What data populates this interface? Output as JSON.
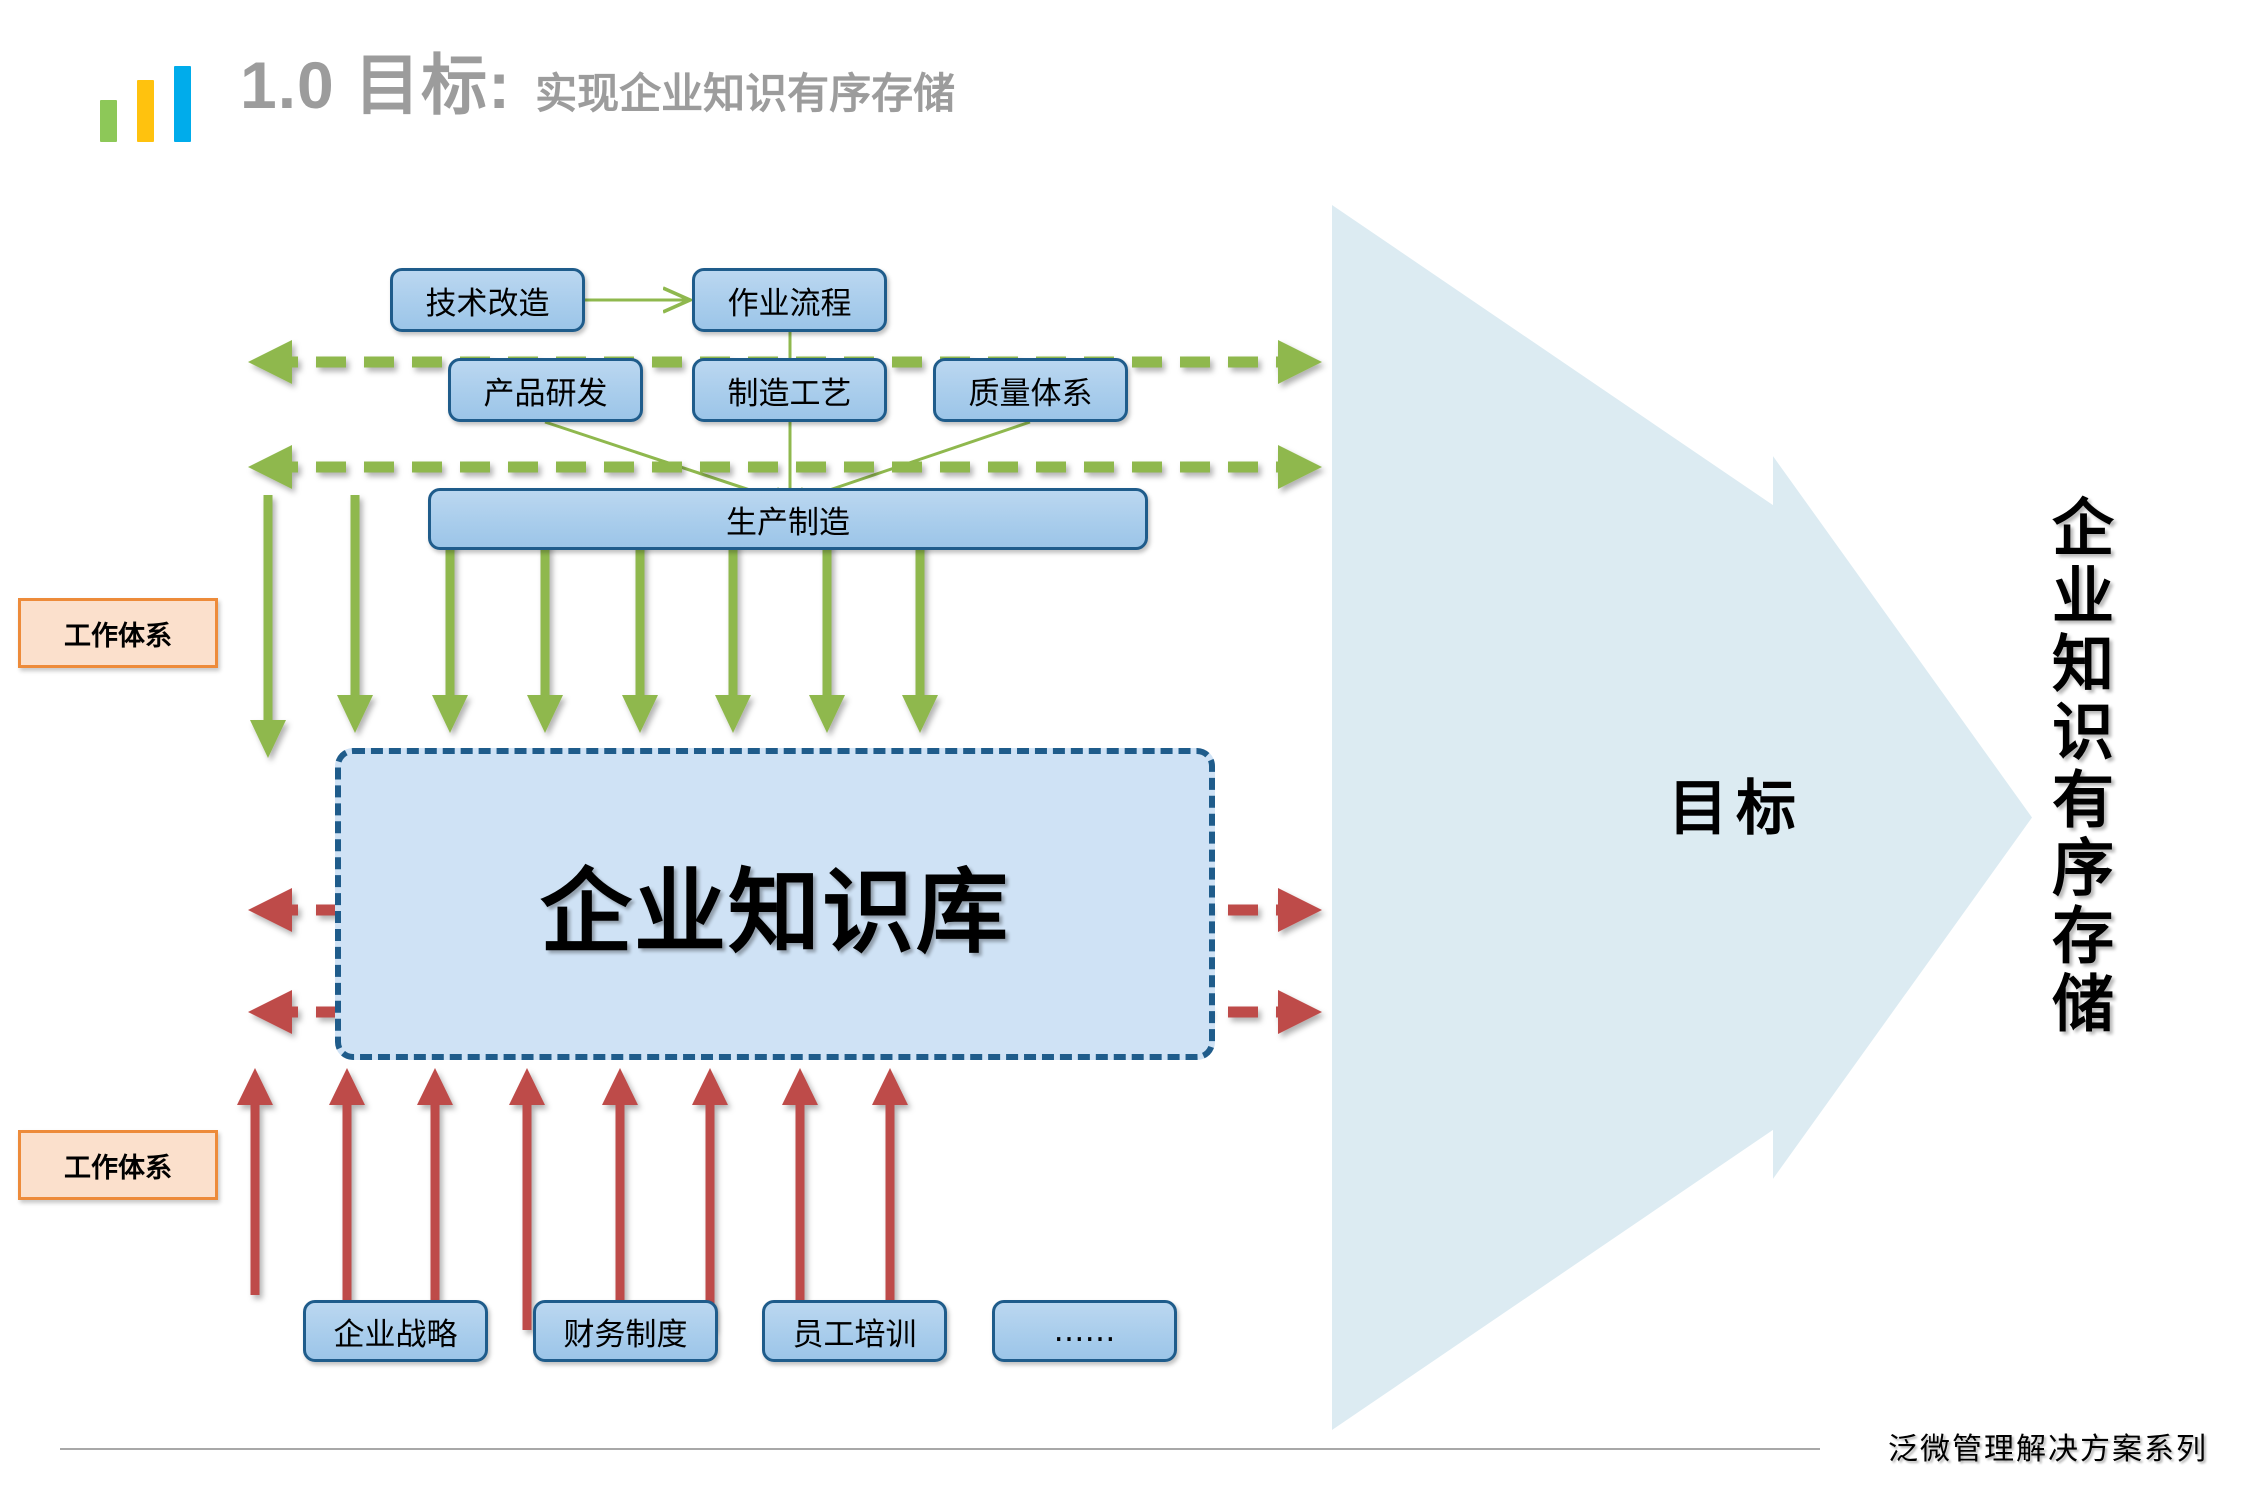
{
  "header": {
    "title_main": "1.0 目标:",
    "title_sub": "实现企业知识有序存储",
    "logo_bars": [
      {
        "name": "green-bar",
        "color": "#8DC858"
      },
      {
        "name": "yellow-bar",
        "color": "#FFC20E"
      },
      {
        "name": "blue-bar",
        "color": "#00ACEB"
      }
    ]
  },
  "diagram": {
    "top_boxes": [
      {
        "label": "技术改造"
      },
      {
        "label": "作业流程"
      },
      {
        "label": "产品研发"
      },
      {
        "label": "制造工艺"
      },
      {
        "label": "质量体系"
      }
    ],
    "production_box": {
      "label": "生产制造"
    },
    "knowledge_base": {
      "label": "企业知识库"
    },
    "bottom_boxes": [
      {
        "label": "企业战略"
      },
      {
        "label": "财务制度"
      },
      {
        "label": "员工培训"
      },
      {
        "label": "……"
      }
    ],
    "work_system_labels": [
      {
        "label": "工作体系"
      },
      {
        "label": "工作体系"
      }
    ],
    "goal_arrow": {
      "label": "目标"
    },
    "outcome_vertical": {
      "label": "企业知识有序存储"
    }
  },
  "footer": {
    "text": "泛微管理解决方案系列"
  },
  "colors": {
    "box_fill": "#A9CDEC",
    "box_border": "#1F5C8B",
    "work_system_fill": "#FBE0CC",
    "work_system_border": "#ED8B3A",
    "green_arrow": "#8FB84E",
    "red_arrow": "#BE4B48",
    "goal_arrow_fill": "#DCEBF2",
    "knowledge_fill": "#CFE2F5",
    "title_gray": "#9C9C9C"
  }
}
